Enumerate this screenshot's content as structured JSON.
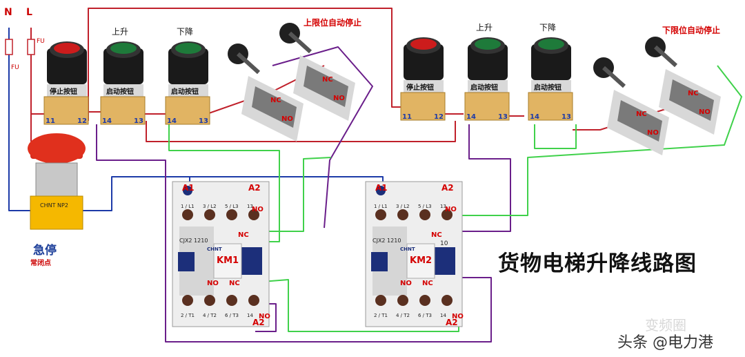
{
  "diagram": {
    "title": "货物电梯升降线路图",
    "watermark_brand": "变频圈",
    "watermark_author": "头条 @电力港",
    "supply": {
      "n_label": "N",
      "l_label": "L",
      "fuse_label": "FU"
    },
    "estop": {
      "label": "急停",
      "sub_label": "常闭点",
      "model_text": "CHNT NP2"
    },
    "buttons": [
      {
        "id": "stop1",
        "panel_text": "停止按钮",
        "top_label": "",
        "color": "#cc1c1c",
        "term_left": "11",
        "term_right": "12"
      },
      {
        "id": "up1",
        "panel_text": "启动按钮",
        "top_label": "上升",
        "color": "#1e7a3a",
        "term_left": "14",
        "term_right": "13"
      },
      {
        "id": "down1",
        "panel_text": "启动按钮",
        "top_label": "下降",
        "color": "#1e7a3a",
        "term_left": "14",
        "term_right": "13"
      },
      {
        "id": "stop2",
        "panel_text": "停止按钮",
        "top_label": "",
        "color": "#cc1c1c",
        "term_left": "11",
        "term_right": "12"
      },
      {
        "id": "up2",
        "panel_text": "启动按钮",
        "top_label": "上升",
        "color": "#1e7a3a",
        "term_left": "14",
        "term_right": "13"
      },
      {
        "id": "down2",
        "panel_text": "启动按钮",
        "top_label": "下降",
        "color": "#1e7a3a",
        "term_left": "14",
        "term_right": "13"
      }
    ],
    "limit_switches": [
      {
        "id": "upper",
        "label": "上限位自动停止",
        "nc": "NC",
        "no": "NO"
      },
      {
        "id": "lower",
        "label": "下限位自动停止",
        "nc": "NC",
        "no": "NO"
      }
    ],
    "contactors": [
      {
        "id": "km1",
        "name": "KM1",
        "model": "CJX2 1210",
        "brand": "CHNT",
        "a1": "A1",
        "a2": "A2",
        "top_terms": [
          "1 / L1",
          "3 / L2",
          "5 / L3",
          "13"
        ],
        "bottom_terms": [
          "2 / T1",
          "4 / T2",
          "6 / T3",
          "14"
        ],
        "no": "NO",
        "nc": "NC"
      },
      {
        "id": "km2",
        "name": "KM2",
        "model": "CJX2 1210",
        "brand": "CHNT",
        "a1": "A1",
        "a2": "A2",
        "top_terms": [
          "1 / L1",
          "3 / L2",
          "5 / L3",
          "13"
        ],
        "bottom_terms": [
          "2 / T1",
          "4 / T2",
          "6 / T3",
          "14"
        ],
        "no": "NO",
        "nc": "NC",
        "aux_number": "10"
      }
    ],
    "colors": {
      "red_wire": "#c0202a",
      "blue_wire": "#1c3aa8",
      "purple_wire": "#6a1e8a",
      "green_wire": "#3fd14a",
      "label_red": "#d40000"
    }
  }
}
